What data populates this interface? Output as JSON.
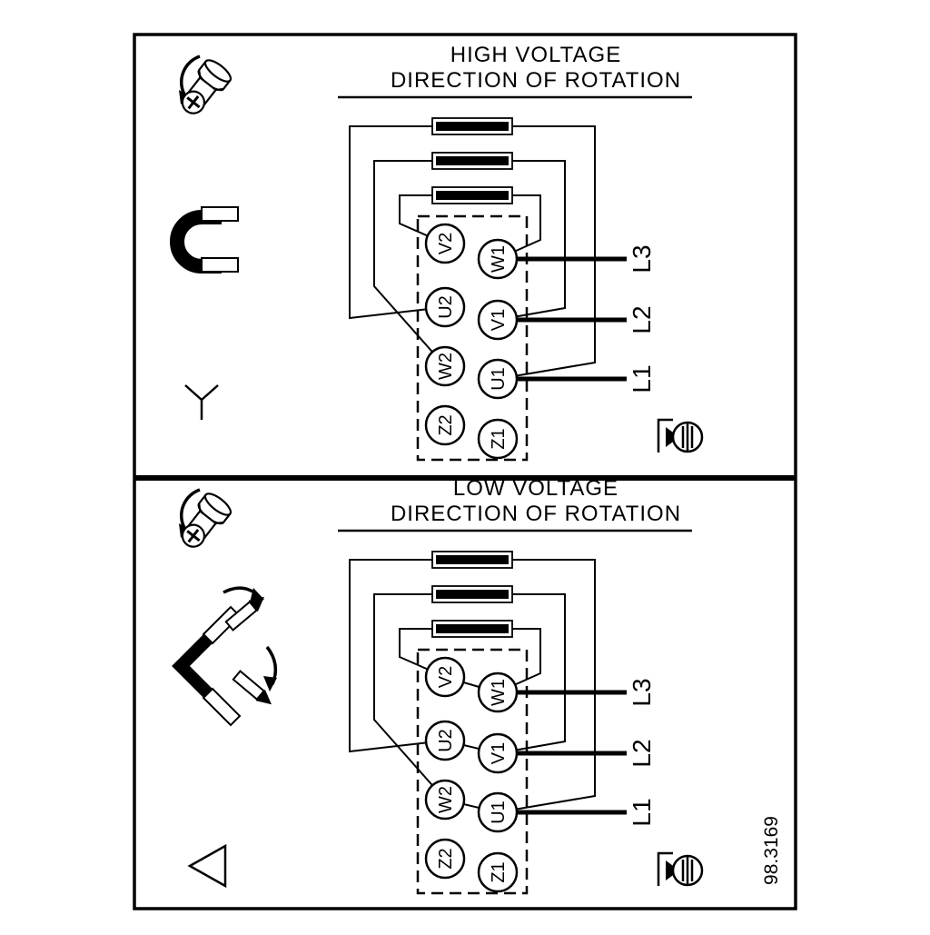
{
  "diagram": {
    "background_color": "#ffffff",
    "line_color": "#000000",
    "drawing_number": "98.3169",
    "icons": {
      "screw": "phillips-screw-rotation-icon",
      "high_connection": "star-symbol",
      "low_connection": "delta-symbol",
      "high_jumper": "terminal-jumper-link-icon",
      "low_jumper": "terminal-jumpers-repositioned-icon",
      "rotation": "direction-of-rotation-icon"
    },
    "panels": [
      {
        "title_line1": "HIGH VOLTAGE",
        "title_line2": "DIRECTION OF ROTATION",
        "connection": "star",
        "terminals_left": [
          "V2",
          "U2",
          "W2",
          "Z2"
        ],
        "terminals_right": [
          "W1",
          "V1",
          "U1",
          "Z1"
        ],
        "supply_lines": [
          "L3",
          "L2",
          "L1"
        ]
      },
      {
        "title_line1": "LOW VOLTAGE",
        "title_line2": "DIRECTION OF ROTATION",
        "connection": "delta",
        "terminals_left": [
          "V2",
          "U2",
          "W2",
          "Z2"
        ],
        "terminals_right": [
          "W1",
          "V1",
          "U1",
          "Z1"
        ],
        "supply_lines": [
          "L3",
          "L2",
          "L1"
        ]
      }
    ]
  }
}
